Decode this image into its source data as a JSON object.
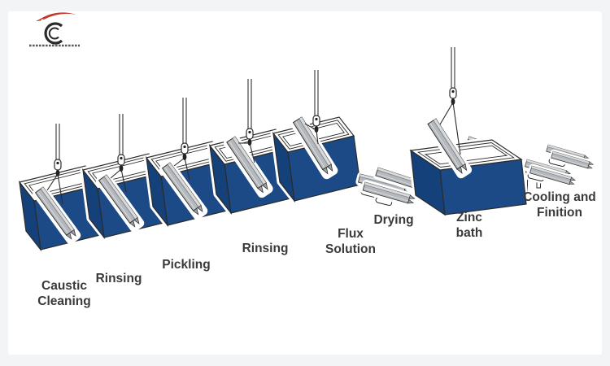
{
  "page": {
    "background_color": "#f3f4f5",
    "card_color": "#ffffff",
    "description": "Hot-dip galvanizing process diagram with eight stations"
  },
  "logo": {
    "mark": "C-swoosh company logo",
    "swoosh_color": "#c0392b",
    "mark_color": "#2a2a2a"
  },
  "colors": {
    "tank_front": "#1b4a86",
    "tank_end": "#15417a",
    "steel_beam": "#b5b9bd",
    "steel_beam_dark": "#9aa0a4",
    "steel_beam_light": "#d8dadc",
    "outline": "#2b2b2b",
    "label_text": "#3a3a3a"
  },
  "stations": [
    {
      "id": "caustic-cleaning",
      "line1": "Caustic",
      "line2": "Cleaning",
      "equipment": "tank with suspended beam"
    },
    {
      "id": "rinsing-1",
      "line1": "Rinsing",
      "line2": "",
      "equipment": "tank with suspended beam"
    },
    {
      "id": "pickling",
      "line1": "Pickling",
      "line2": "",
      "equipment": "tank with suspended beam"
    },
    {
      "id": "rinsing-2",
      "line1": "Rinsing",
      "line2": "",
      "equipment": "tank with suspended beam"
    },
    {
      "id": "flux-solution",
      "line1": "Flux",
      "line2": "Solution",
      "equipment": "tank with lifted beam"
    },
    {
      "id": "drying",
      "line1": "Drying",
      "line2": "",
      "equipment": "beams on rollers"
    },
    {
      "id": "zinc-bath",
      "line1": "Zinc",
      "line2": "bath",
      "equipment": "tank, dipped beam and drain table"
    },
    {
      "id": "cooling-finition",
      "line1": "Cooling and",
      "line2": "Finition",
      "equipment": "beams on rollers"
    }
  ]
}
